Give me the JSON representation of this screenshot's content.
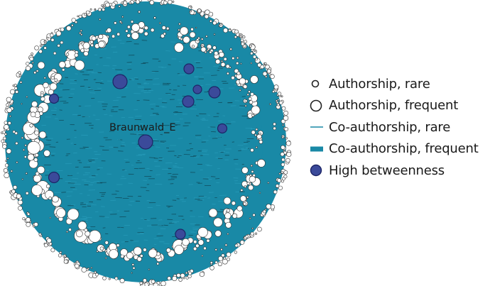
{
  "colors": {
    "edge": "#1989a6",
    "node_fill": "#ffffff",
    "node_stroke": "#333333",
    "high_betweenness": "#3b4a9a",
    "high_betweenness_stroke": "#1d2566",
    "node_label_text": "#1a1a1a"
  },
  "network": {
    "highlighted_node_label": "Braunwald_E"
  },
  "legend": {
    "items": [
      {
        "key": "authorship-rare",
        "label": "Authorship, rare",
        "symbol": "small-circle-icon"
      },
      {
        "key": "authorship-frequent",
        "label": "Authorship, frequent",
        "symbol": "large-circle-icon"
      },
      {
        "key": "coauthorship-rare",
        "label": "Co-authorship, rare",
        "symbol": "thin-line-icon"
      },
      {
        "key": "coauthorship-frequent",
        "label": "Co-authorship, frequent",
        "symbol": "thick-line-icon"
      },
      {
        "key": "high-betweenness",
        "label": "High betweenness",
        "symbol": "filled-circle-icon"
      }
    ]
  }
}
